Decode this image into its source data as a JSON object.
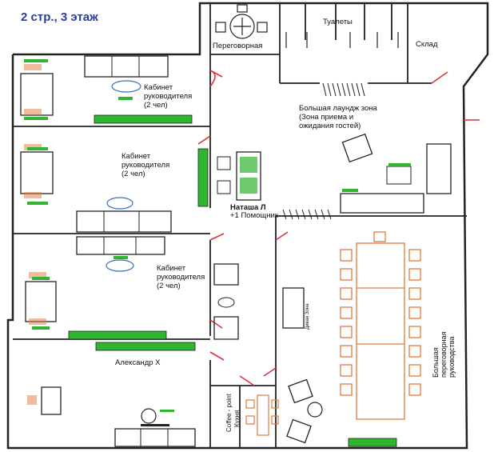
{
  "title": "2 стр., 3 этаж",
  "rooms": {
    "meeting_small": "Переговорная",
    "toilets": "Туалеты",
    "storage": "Склад",
    "head_office_1": "Кабинет\nруководителя\n(2 чел)",
    "head_office_2": "Кабинет\nруководителя\n(2 чел)",
    "head_office_3": "Кабинет\nруководителя\n(2 чел)",
    "lounge": "Большая лаундж зона\n(Зона приема и\nожидания гостей)",
    "natasha": "Наташа Л",
    "assistant": "+1 Помощник",
    "alexander": "Александр Х",
    "big_meeting": "Большая переговорная\nруководства",
    "coffee_point": "Coffee - point",
    "kitchen": "Кухня",
    "sofa_label": "Диван Зона"
  },
  "colors": {
    "wall": "#222222",
    "door": "#e0303a",
    "desk_green": "#2fb52f",
    "chair_orange": "#e07a3e",
    "title_blue": "#2c3c9c"
  }
}
